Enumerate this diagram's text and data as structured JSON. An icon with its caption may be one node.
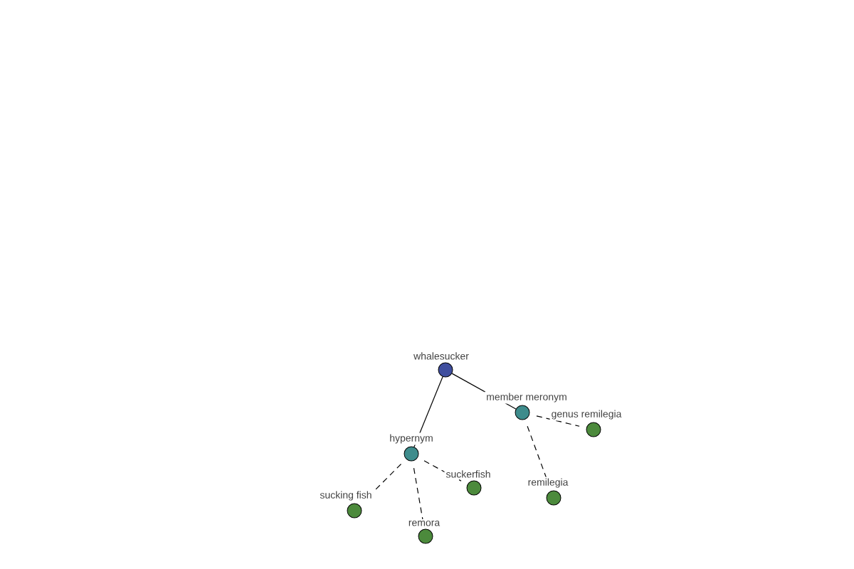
{
  "diagram": {
    "nodes": [
      {
        "text": [
          "whalesucker"
        ]
      },
      {
        "text": [
          "member meronym"
        ]
      },
      {
        "text": [
          "genus remilegia"
        ]
      },
      {
        "text": [
          "hypernym"
        ]
      },
      {
        "text": [
          "suckerfish"
        ]
      },
      {
        "text": [
          "remilegia"
        ]
      },
      {
        "text": [
          "sucking fish"
        ]
      },
      {
        "text": [
          "remora"
        ]
      }
    ],
    "edges": [
      {
        "from": 0,
        "to": 1,
        "arrow": "none"
      },
      {
        "from": 0,
        "to": 3,
        "arrow": "none"
      },
      {
        "from": 1,
        "to": 2,
        "arrow": "none",
        "style": "dashed"
      },
      {
        "from": 1,
        "to": 5,
        "arrow": "none",
        "style": "dashed"
      },
      {
        "from": 3,
        "to": 4,
        "arrow": "none",
        "style": "dashed"
      },
      {
        "from": 3,
        "to": 6,
        "arrow": "none",
        "style": "dashed"
      },
      {
        "from": 3,
        "to": 7,
        "arrow": "none",
        "style": "dashed"
      }
    ]
  }
}
